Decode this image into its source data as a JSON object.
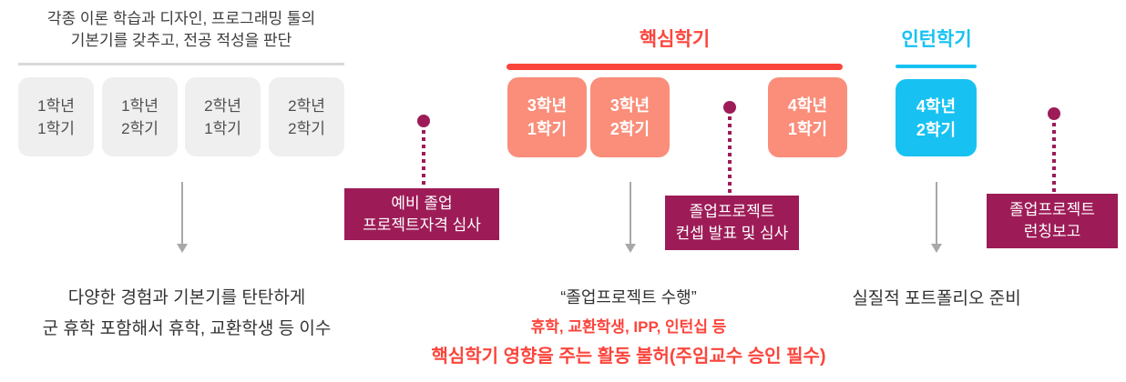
{
  "colors": {
    "core-red": "#FB453C",
    "core-salmon": "#FA8E7A",
    "intern-cyan": "#17C2F2",
    "milestone-magenta": "#9D1C57",
    "box-gray": "#EFEFEF",
    "box-gray-text": "#4F4F4F",
    "body-text": "#333333",
    "intro-text": "#3C3C3C",
    "arrow-gray": "#A8A8A8",
    "divider-gray": "#D9D9D9"
  },
  "foundation": {
    "intro_line1": "각종 이론 학습과 디자인, 프로그래밍 툴의",
    "intro_line2": "기본기를 갖추고, 전공 적성을 판단",
    "semesters": [
      {
        "year": "1학년",
        "term": "1학기"
      },
      {
        "year": "1학년",
        "term": "2학기"
      },
      {
        "year": "2학년",
        "term": "1학기"
      },
      {
        "year": "2학년",
        "term": "2학기"
      }
    ],
    "summary_line1": "다양한 경험과 기본기를 탄탄하게",
    "summary_line2": "군 휴학 포함해서 휴학, 교환학생 등 이수"
  },
  "core": {
    "title": "핵심학기",
    "semesters": [
      {
        "year": "3학년",
        "term": "1학기"
      },
      {
        "year": "3학년",
        "term": "2학기"
      },
      {
        "year": "4학년",
        "term": "1학기"
      }
    ],
    "summary_line1": "“졸업프로젝트 수행”",
    "summary_line2": "휴학, 교환학생, IPP, 인턴십 등",
    "summary_line3": "핵심학기 영향을 주는 활동 불허(주임교수 승인 필수)"
  },
  "intern": {
    "title": "인턴학기",
    "semesters": [
      {
        "year": "4학년",
        "term": "2학기"
      }
    ],
    "summary": "실질적 포트폴리오 준비"
  },
  "milestones": [
    {
      "line1": "예비 졸업",
      "line2": "프로젝트자격 심사"
    },
    {
      "line1": "졸업프로젝트",
      "line2": "컨셉 발표 및 심사"
    },
    {
      "line1": "졸업프로젝트",
      "line2": "런칭보고"
    }
  ]
}
